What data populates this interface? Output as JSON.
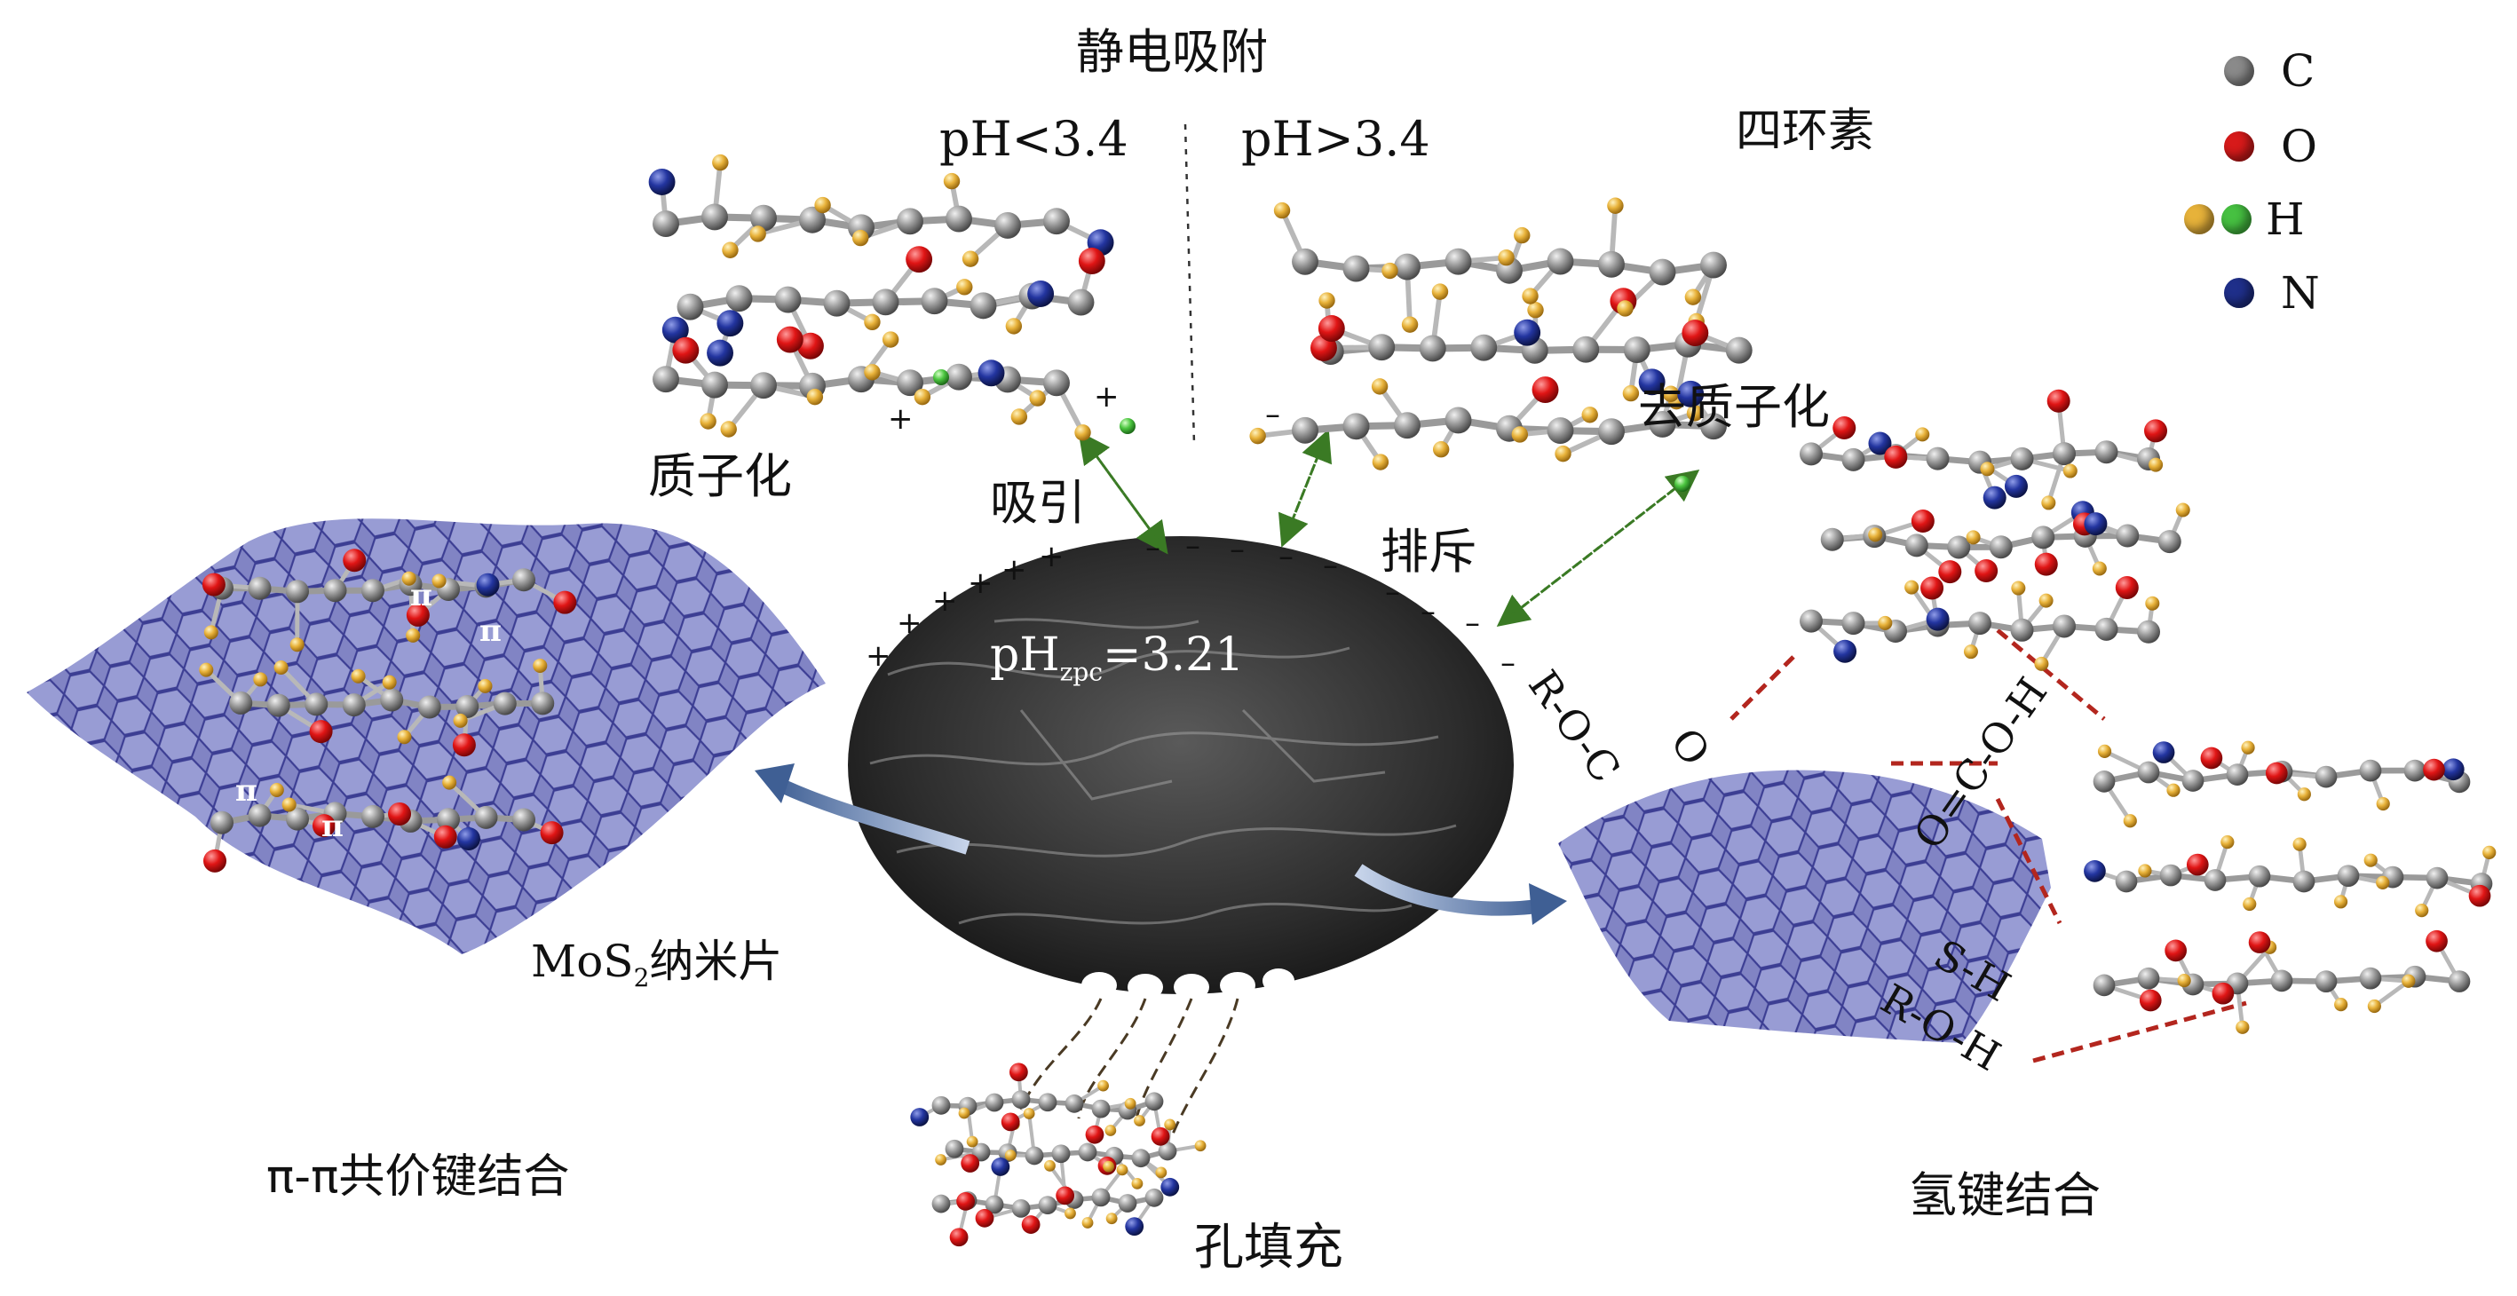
{
  "title": "静电吸附",
  "ph_low": "pH<3.4",
  "ph_high": "pH>3.4",
  "tetracycline": "四环素",
  "protonation": "质子化",
  "deprotonation": "去质子化",
  "attraction": "吸引",
  "repulsion": "排斥",
  "phzpc": {
    "main": "pH",
    "sub": "zpc",
    "value": "=3.21"
  },
  "mos2": {
    "prefix": "MoS",
    "sub": "2",
    "suffix": "纳米片"
  },
  "pi_pi": "π-π共价键结合",
  "pore_filling": "孔填充",
  "h_bonding": "氢键结合",
  "pi_symbol": "π",
  "bond_labels": {
    "roc": "R-O-C",
    "o_top": "O",
    "o_eq_c_oh": "O=C-O-H",
    "sh": "S-H",
    "roh": "R-O-H"
  },
  "legend": [
    {
      "symbol": "C",
      "colors": [
        "#8a8a8a"
      ]
    },
    {
      "symbol": "O",
      "colors": [
        "#d71a1a"
      ]
    },
    {
      "symbol": "H",
      "colors": [
        "#e7b23a",
        "#46c041"
      ]
    },
    {
      "symbol": "N",
      "colors": [
        "#1f2f8a"
      ]
    }
  ],
  "colors": {
    "carbon": "#8a8a8a",
    "oxygen": "#d71a1a",
    "hydrogen": "#e7b23a",
    "hydrogen_alt": "#46c041",
    "nitrogen": "#1f2f8a",
    "sheet": "#5b5ea6",
    "hbond": "#b3261e",
    "attract_arrow": "#3a7a24"
  }
}
